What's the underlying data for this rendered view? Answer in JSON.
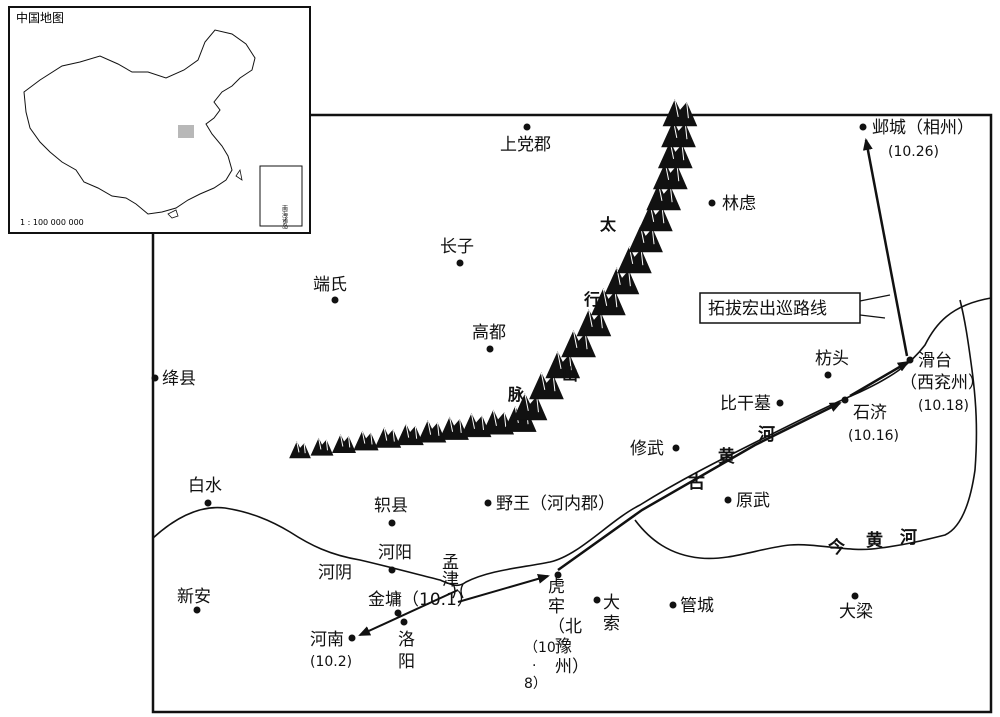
{
  "inset": {
    "title": "中国地图",
    "scale": "1 : 100 000 000",
    "south_sea_box": "南海诸岛"
  },
  "route_label": "拓拔宏出巡路线",
  "mountain_label": [
    "太",
    "行",
    "山",
    "脉"
  ],
  "rivers": {
    "ancient": [
      "古",
      "黄",
      "河"
    ],
    "modern": [
      "今",
      "黄",
      "河"
    ]
  },
  "places": {
    "shangdang": "上党郡",
    "linlu": "林虑",
    "zhangzi": "长子",
    "duanshi": "端氏",
    "gaodu": "高都",
    "jiangxian": "绛县",
    "baishui": "白水",
    "zhixian": "轵县",
    "yewang": "野王（河内郡）",
    "xiuwu": "修武",
    "heyang": "河阳",
    "heyin": "河阴",
    "mengjin": "孟津",
    "xinan": "新安",
    "jinyong": "金墉（10.1）",
    "henan": "河南",
    "henan_date": "(10.2)",
    "luoyang": [
      "洛",
      "阳"
    ],
    "hulao": [
      "虎",
      "牢",
      "（北",
      "豫",
      "州）"
    ],
    "hulao_date": [
      "（10",
      "·",
      "8）"
    ],
    "dasuo": [
      "大",
      "索"
    ],
    "guancheng": "管城",
    "yuanwu": "原武",
    "daliang": "大梁",
    "bigan": "比干墓",
    "fangtou": "枋头",
    "shiji": "石济",
    "shiji_date": "(10.16)",
    "huatai": "滑台",
    "huatai_sub": "（西兖州）",
    "huatai_date": "(10.18)",
    "yecheng": "邺城（相州）",
    "yecheng_date": "(10.26)"
  }
}
